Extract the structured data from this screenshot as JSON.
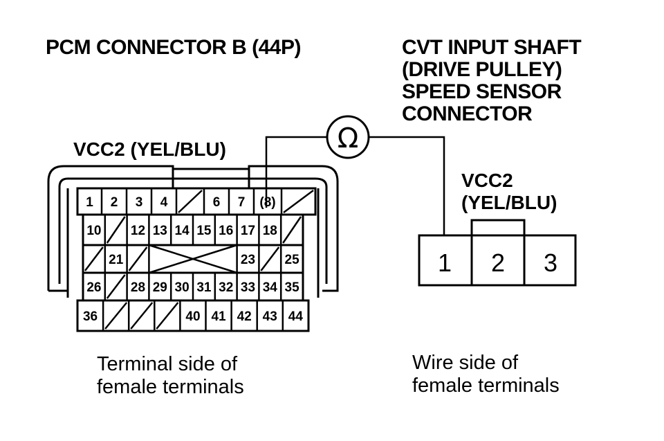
{
  "pcm": {
    "title": "PCM CONNECTOR B (44P)",
    "wire_label": "VCC2 (YEL/BLU)",
    "caption_line1": "Terminal side of",
    "caption_line2": "female terminals",
    "rows": [
      [
        "1",
        "2",
        "3",
        "4",
        "",
        "6",
        "7",
        "(8)",
        ""
      ],
      [
        "10",
        "",
        "12",
        "13",
        "14",
        "15",
        "16",
        "17",
        "18",
        ""
      ],
      [
        "",
        "21",
        "",
        "",
        "",
        "",
        "",
        "23",
        "",
        "25"
      ],
      [
        "26",
        "",
        "28",
        "29",
        "30",
        "31",
        "32",
        "33",
        "34",
        "35"
      ],
      [
        "36",
        "",
        "",
        "",
        "40",
        "41",
        "42",
        "43",
        "44"
      ]
    ]
  },
  "sensor": {
    "title_lines": [
      "CVT INPUT SHAFT",
      "(DRIVE PULLEY)",
      "SPEED SENSOR",
      "CONNECTOR"
    ],
    "wire_label_line1": "VCC2",
    "wire_label_line2": "(YEL/BLU)",
    "pins": [
      "1",
      "2",
      "3"
    ],
    "caption_line1": "Wire side of",
    "caption_line2": "female terminals"
  },
  "meter": {
    "symbol": "Ω"
  }
}
